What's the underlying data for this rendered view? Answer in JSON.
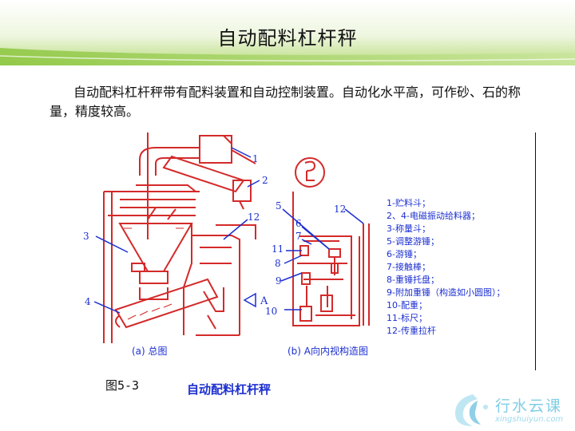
{
  "slide": {
    "title": "自动配料杠杆秤",
    "paragraph": "自动配料杠杆秤带有配料装置和自动控制装置。自动化水平高，可作砂、石的称量，精度较高。"
  },
  "figure": {
    "caption": "图5-3",
    "title": "自动配料杠杆秤",
    "subcaption_a": "(a) 总图",
    "subcaption_b": "(b) A向内视构造图",
    "view_marker": "A",
    "callouts_a": [
      "1",
      "2",
      "3",
      "4",
      "12"
    ],
    "callouts_b": [
      "5",
      "6",
      "7",
      "11",
      "8",
      "9",
      "10",
      "12"
    ],
    "legend": [
      "1-贮料斗；",
      "2、4-电磁振动给料器；",
      "3-称量斗；",
      "5-调整游锤；",
      "6-游锤；",
      "7-接触棒；",
      "8-重锤托盘；",
      "9-附加重锤（构造如小圆图）；",
      "10-配重；",
      "11-标尺；",
      "12-传重拉杆"
    ]
  },
  "logo": {
    "name": "行水云课",
    "url": "xingshuiyun.com"
  },
  "colors": {
    "header_green": "#8cc63f",
    "drawing_red": "#d42a2a",
    "label_blue": "#1c2fd0"
  }
}
